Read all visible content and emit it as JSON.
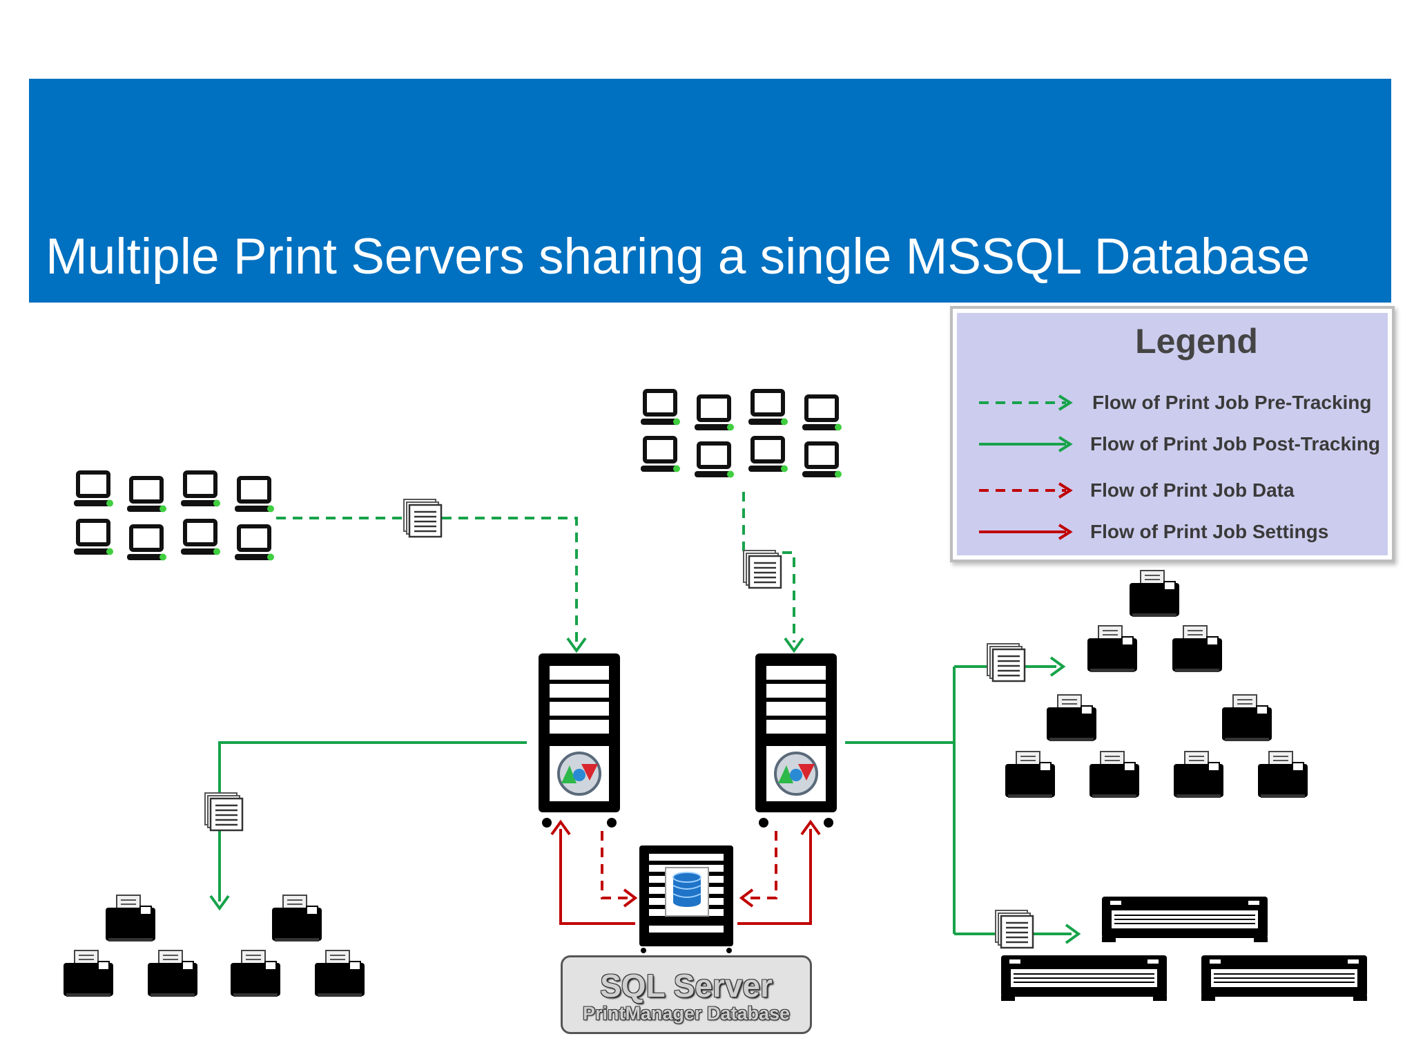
{
  "title": "Multiple Print Servers sharing a single MSSQL Database",
  "legend": {
    "title": "Legend",
    "items": [
      {
        "label": "Flow of Print Job Pre-Tracking",
        "color": "#17A34A",
        "style": "dashed"
      },
      {
        "label": "Flow of Print Job Post-Tracking",
        "color": "#17A34A",
        "style": "solid"
      },
      {
        "label": "Flow of Print Job Data",
        "color": "#C00000",
        "style": "dashed"
      },
      {
        "label": "Flow of Print Job Settings",
        "color": "#C00000",
        "style": "solid"
      }
    ]
  },
  "sql_server": {
    "title": "SQL Server",
    "subtitle": "PrintManager Database"
  },
  "colors": {
    "banner": "#0070C0",
    "green": "#17A34A",
    "red": "#C00000",
    "legend_bg": "#CCCCEE"
  },
  "icons": [
    "workstation-icon",
    "print-server-icon",
    "database-server-icon",
    "printer-icon",
    "wide-format-printer-icon",
    "document-icon"
  ]
}
